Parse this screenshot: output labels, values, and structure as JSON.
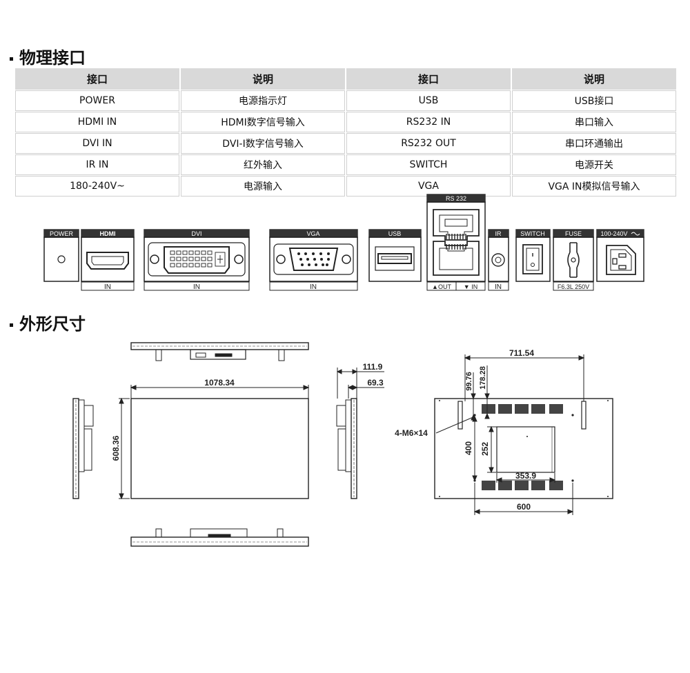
{
  "sections": {
    "interfaces_title": "物理接口",
    "dimensions_title": "外形尺寸"
  },
  "table": {
    "headers": [
      "接口",
      "说明",
      "接口",
      "说明"
    ],
    "rows": [
      [
        "POWER",
        "电源指示灯",
        "USB",
        "USB接口"
      ],
      [
        "HDMI IN",
        "HDMI数字信号输入",
        "RS232 IN",
        "串口输入"
      ],
      [
        "DVI IN",
        "DVI-I数字信号输入",
        "RS232 OUT",
        "串口环通输出"
      ],
      [
        "IR IN",
        "红外输入",
        "SWITCH",
        "电源开关"
      ],
      [
        "180-240V~",
        "电源输入",
        "VGA",
        "VGA IN模拟信号输入"
      ]
    ]
  },
  "panel": {
    "rs232_label": "RS 232",
    "power_label": "POWER",
    "hdmi_label": "HDMI",
    "dvi_label": "DVI",
    "vga_label": "VGA",
    "usb_label": "USB",
    "ir_label": "IR",
    "switch_label": "SWITCH",
    "fuse_label": "FUSE",
    "ac_label": "100-240V",
    "in_label": "IN",
    "out_label": "▲OUT",
    "rs_in_label": "▼ IN",
    "fuse_rating": "F6.3L 250V"
  },
  "dimensions": {
    "width": "1078.34",
    "height": "608.36",
    "depth_total": "111.9",
    "depth_body": "69.3",
    "rear_width": "711.54",
    "offset_a": "99.76",
    "offset_b": "178.28",
    "screw": "4-M6×14",
    "vesa_v": "400",
    "inner_v": "252",
    "inner_h": "353.9",
    "vesa_h": "600"
  }
}
